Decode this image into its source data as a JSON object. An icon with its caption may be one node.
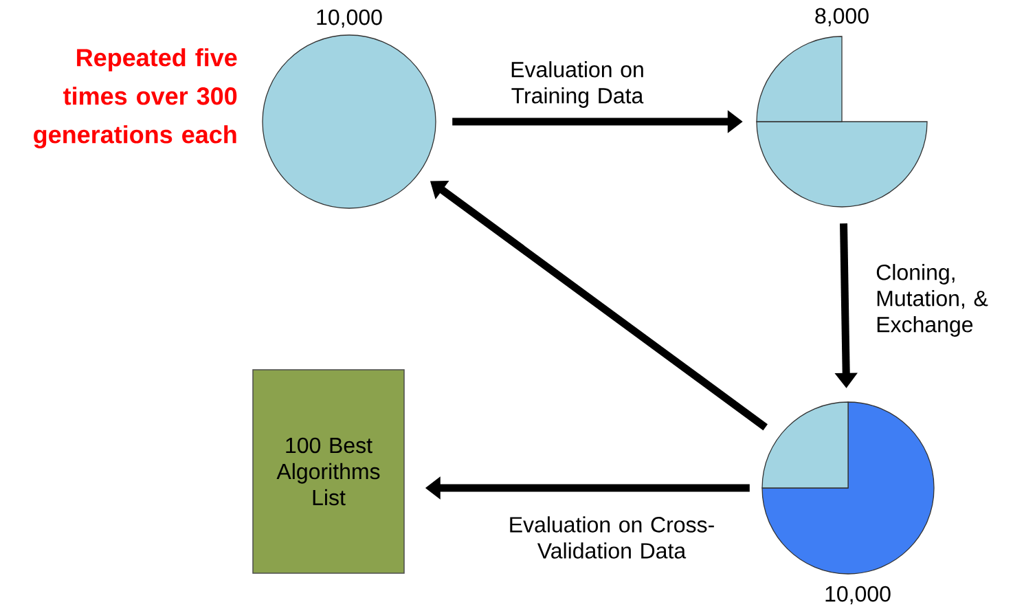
{
  "diagram": {
    "nodes": [
      {
        "text": [],
        "shape": "circle",
        "beside": [
          "10,000"
        ]
      },
      {
        "text": [],
        "shape": "circle",
        "beside": [
          "8,000"
        ]
      },
      {
        "text": [],
        "shape": "circle",
        "beside": [
          "10,000"
        ]
      },
      {
        "text": [
          "100 Best Algorithms List"
        ]
      }
    ],
    "edges": [
      {
        "from": 0,
        "to": 1,
        "arrow": "to",
        "label": "Evaluation on Training Data"
      },
      {
        "from": 1,
        "to": 2,
        "arrow": "to",
        "label": "Cloning, Mutation, & Exchange"
      },
      {
        "from": 2,
        "to": 0,
        "arrow": "to"
      },
      {
        "from": 2,
        "to": 3,
        "arrow": "to",
        "label": "Evaluation on Cross-Validation Data"
      }
    ],
    "labels": [
      "Repeated five times over 300 generations each"
    ]
  }
}
